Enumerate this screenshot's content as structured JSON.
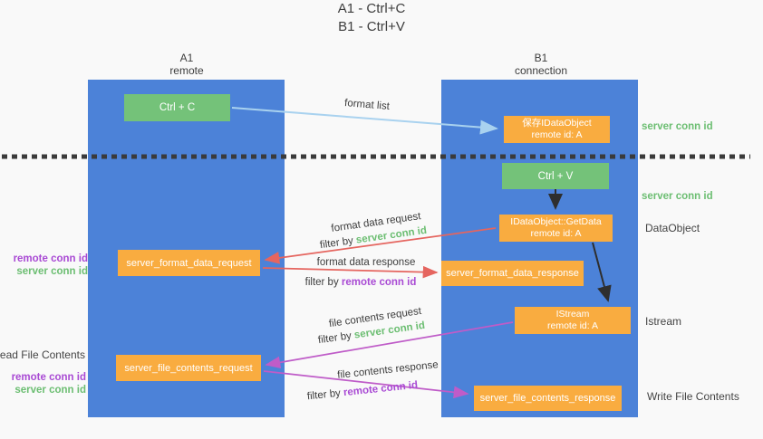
{
  "title": {
    "line1": "A1 - Ctrl+C",
    "line2": "B1 - Ctrl+V"
  },
  "lanes": {
    "left": {
      "title": "A1",
      "subtitle": "remote"
    },
    "right": {
      "title": "B1",
      "subtitle": "connection"
    }
  },
  "nodes": {
    "ctrl_c": {
      "label": "Ctrl + C"
    },
    "save_dataobject": {
      "line1": "保存IDataObject",
      "line2": "remote id: A"
    },
    "ctrl_v": {
      "label": "Ctrl + V"
    },
    "getdata": {
      "line1": "IDataObject::GetData",
      "line2": "remote id: A"
    },
    "format_request": {
      "label": "server_format_data_request"
    },
    "format_response": {
      "label": "server_format_data_response"
    },
    "istream": {
      "line1": "IStream",
      "line2": "remote id: A"
    },
    "file_request": {
      "label": "server_file_contents_request"
    },
    "file_response": {
      "label": "server_file_contents_response"
    }
  },
  "flow_labels": {
    "format_list": "format list",
    "format_data_request": "format data request",
    "format_data_response": "format data response",
    "file_contents_request": "file contents request",
    "file_contents_response": "file contents response",
    "filter_by": "filter by",
    "server_conn_id": "server conn id",
    "remote_conn_id": "remote conn id"
  },
  "side_labels": {
    "right_server_conn_id_top": "server conn id",
    "right_server_conn_id_mid": "server conn id",
    "dataobject": "DataObject",
    "istream": "Istream",
    "write_file_contents": "Write File Contents",
    "read_file_contents": "Read File Contents",
    "left_remote_conn_id_top": "remote conn id",
    "left_server_conn_id_top": "server conn id",
    "left_remote_conn_id_bottom": "remote conn id",
    "left_server_conn_id_bottom": "server conn id"
  },
  "colors": {
    "lane_blue": "#4c82d8",
    "node_green": "#74c279",
    "node_orange": "#f9ac40",
    "arrow_blue": "#a9d2ef",
    "arrow_red": "#e5655f",
    "arrow_magenta": "#bf5cc8",
    "arrow_black": "#2e2e2e",
    "text_green": "#6cbe72",
    "text_purple": "#a94ad4",
    "text_dark": "#3d3d3d"
  }
}
